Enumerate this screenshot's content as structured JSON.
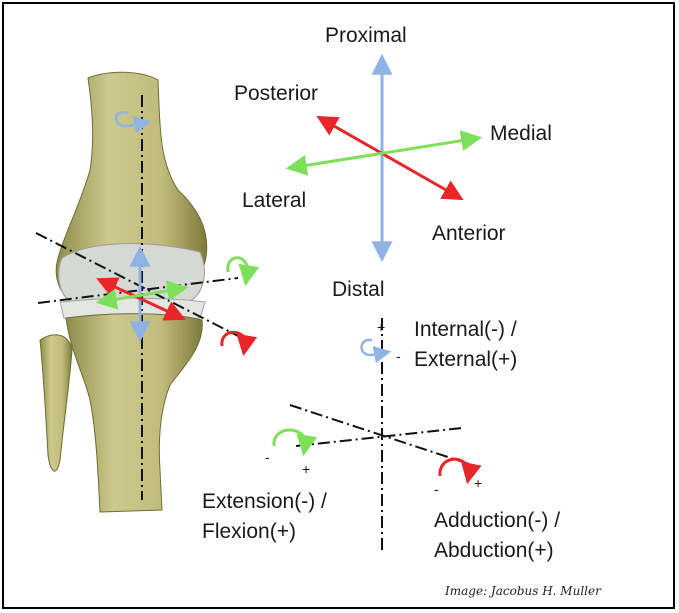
{
  "axes": {
    "proximal": "Proximal",
    "distal": "Distal",
    "posterior": "Posterior",
    "anterior": "Anterior",
    "medial": "Medial",
    "lateral": "Lateral"
  },
  "rotations": {
    "internal_external_line1": "Internal(-) /",
    "internal_external_line2": "External(+)",
    "extension_flexion_line1": "Extension(-) /",
    "extension_flexion_line2": "Flexion(+)",
    "adduction_abduction_line1": "Adduction(-) /",
    "adduction_abduction_line2": "Abduction(+)"
  },
  "signs": {
    "plus": "+",
    "minus": "-"
  },
  "credit": "Image: Jacobus H. Muller",
  "colors": {
    "blue_axis": "#8fb4e3",
    "red_axis": "#e8262a",
    "green_axis": "#7ee05a",
    "bone": "#c8c48a",
    "bone_shadow": "#7d7a3e",
    "cartilage": "#d6d8d4"
  }
}
